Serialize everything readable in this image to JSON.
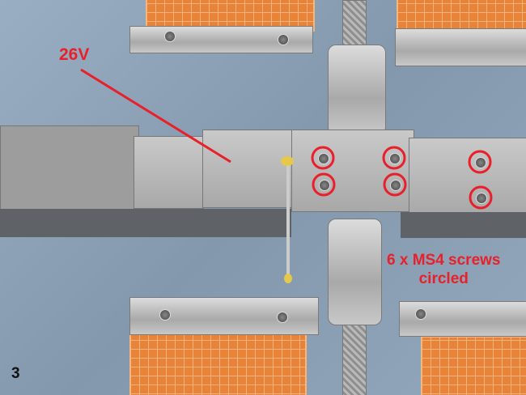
{
  "annotations": {
    "voltage_label": "26V",
    "screws_label_line1": "6 x MS4 screws",
    "screws_label_line2": "circled",
    "step_number": "3"
  },
  "colors": {
    "annotation": "#e8202a",
    "background": "#8fa3b8",
    "solar_panel": "#e8843a"
  }
}
